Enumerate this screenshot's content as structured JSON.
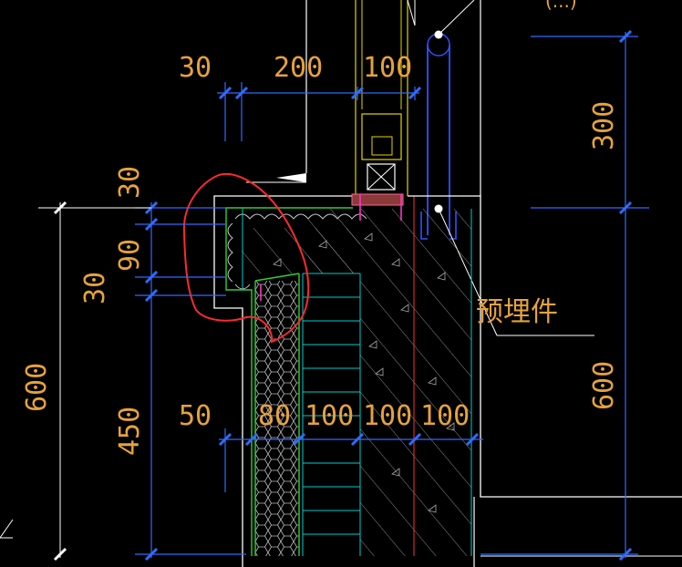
{
  "colors": {
    "background": "#000000",
    "dimension_text": "#e6a23c",
    "dimension_line": "#2f6bff",
    "outline": "#ffffff",
    "green": "#33cc33",
    "cyan": "#00cccc",
    "red": "#ff3030",
    "blue_component": "#3050ff",
    "yellow": "#e6d200",
    "magenta": "#ff33cc",
    "hatch": "#9a9a9a",
    "cloud_mark": "#ff2a2a"
  },
  "labels": {
    "top_30": "30",
    "top_200": "200",
    "top_100": "100",
    "right_300": "300",
    "right_600": "600",
    "left_30_top": "30",
    "left_90": "90",
    "left_30": "30",
    "left_600": "600",
    "left_450": "450",
    "bottom_50": "50",
    "bottom_80": "80",
    "bottom_100_a": "100",
    "bottom_100_b": "100",
    "bottom_100_c": "100",
    "embedded_part": "预埋件"
  }
}
